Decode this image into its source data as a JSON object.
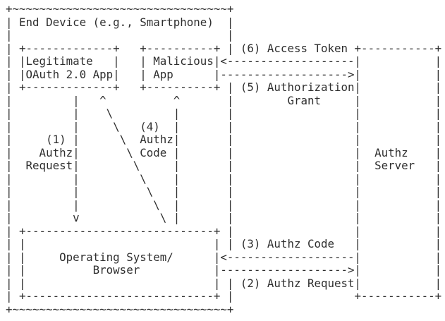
{
  "colors": {
    "background": "#ffffff",
    "text": "#2e2e2e"
  },
  "diagram": {
    "lines": [
      "+~~~~~~~~~~~~~~~~~~~~~~~~~~~~~~~~+",
      "| End Device (e.g., Smartphone)  |",
      "|                                |",
      "| +-------------+   +----------+ | (6) Access Token +-----------+",
      "| |Legitimate   |   | Malicious|<-------------------|           |",
      "| |OAuth 2.0 App|   | App      |------------------->|           |",
      "| +-------------+   +----------+ | (5) Authorization|           |",
      "|         |   ^          ^       |        Grant     |           |",
      "|         |    \\         |       |                  |           |",
      "|         |     \\   (4)  |       |                  |           |",
      "|     (1) |      \\  Authz|       |                  |           |",
      "|    Authz|       \\ Code |       |                  |  Authz    |",
      "|  Request|        \\     |       |                  |  Server   |",
      "|         |         \\    |       |                  |           |",
      "|         |          \\   |       |                  |           |",
      "|         |           \\  |       |                  |           |",
      "|         v            \\ |       |                  |           |",
      "| +----------------------------+ |                  |           |",
      "| |                            | | (3) Authz Code   |           |",
      "| |     Operating System/      |<-------------------|           |",
      "| |          Browser           |------------------->|           |",
      "| |                            | | (2) Authz Request|           |",
      "| +----------------------------+ |                  +-----------+",
      "+~~~~~~~~~~~~~~~~~~~~~~~~~~~~~~~~+"
    ],
    "entities": {
      "end_device": "End Device (e.g., Smartphone)",
      "legitimate_app": "Legitimate OAuth 2.0 App",
      "malicious_app": "Malicious App",
      "os_browser": "Operating System/ Browser",
      "authz_server": "Authz Server"
    },
    "flows": [
      "(1) Authz Request",
      "(2) Authz Request",
      "(3) Authz Code",
      "(4) Authz Code",
      "(5) Authorization Grant",
      "(6) Access Token"
    ]
  }
}
